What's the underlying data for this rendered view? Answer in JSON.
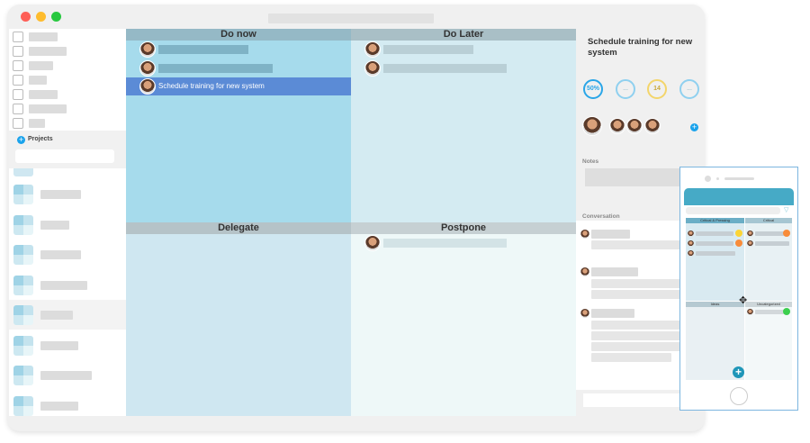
{
  "window": {
    "traffic_lights": [
      "#fe5f57",
      "#febc2e",
      "#28c840"
    ]
  },
  "sidebar": {
    "projects_label": "Projects",
    "nav_icons": [
      "download-icon",
      "list-icon",
      "board-icon",
      "chart-icon",
      "calendar-icon",
      "share-icon",
      "rss-icon"
    ]
  },
  "matrix": {
    "quadrants": [
      {
        "title": "Do now",
        "color": "#a6dbec"
      },
      {
        "title": "Do Later",
        "color": "#d4ebf2"
      },
      {
        "title": "Delegate",
        "color": "#cfe7f1"
      },
      {
        "title": "Postpone",
        "color": "#eef8f8"
      }
    ],
    "selected_task": "Schedule training for new system",
    "selected_color": "#5b8bd6"
  },
  "detail": {
    "title": "Schedule training for new system",
    "stats": [
      {
        "label": "50%",
        "color": "#2aa6e8",
        "progress": 50
      },
      {
        "label": "...",
        "color": "#8fd0ef"
      },
      {
        "label": "14",
        "color": "#f3d56b"
      },
      {
        "label": "...",
        "color": "#8fd0ef"
      }
    ],
    "notes_label": "Notes",
    "conversation_label": "Conversation"
  },
  "phone": {
    "quadrants": [
      "Critical & Pressing",
      "Critical",
      "Ideas",
      "Uncategorized"
    ],
    "header_color": "#46aac6"
  }
}
